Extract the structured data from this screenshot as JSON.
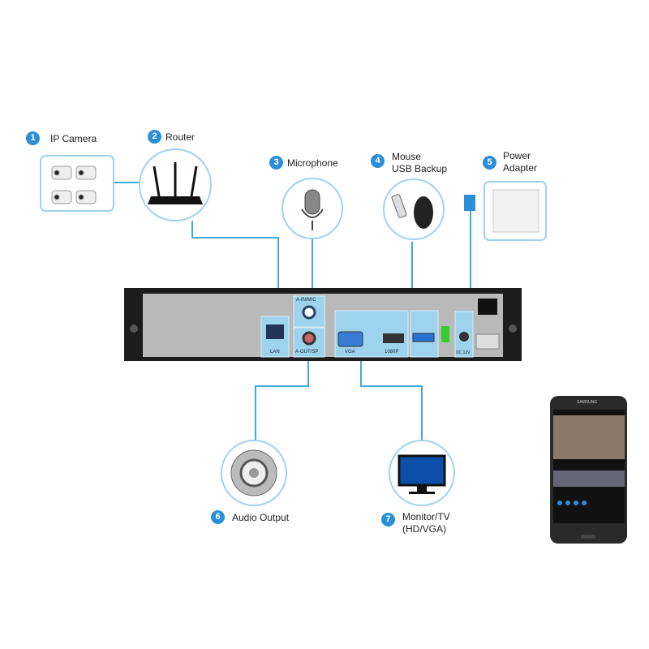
{
  "items": [
    {
      "num": "1",
      "label": "IP Camera"
    },
    {
      "num": "2",
      "label": "Router"
    },
    {
      "num": "3",
      "label": "Microphone"
    },
    {
      "num": "4",
      "label_line1": "Mouse",
      "label_line2": "USB Backup"
    },
    {
      "num": "5",
      "label_line1": "Power",
      "label_line2": "Adapter"
    },
    {
      "num": "6",
      "label": "Audio Output"
    },
    {
      "num": "7",
      "label_line1": "Monitor/TV",
      "label_line2": "(HD/VGA)"
    }
  ],
  "ports": {
    "lan": "LAN",
    "ain": "A-IN/MIC",
    "aout": "A-OUT/SP",
    "vga": "VGA",
    "hdmi": "1080P",
    "dc": "DC 12V"
  },
  "phone": {
    "brand": "SAMSUNG"
  },
  "colors": {
    "accent": "#2a8fd8",
    "line": "#3fa9dc",
    "panel": "#9ed3ee",
    "chassis": "#1c1c1c"
  }
}
